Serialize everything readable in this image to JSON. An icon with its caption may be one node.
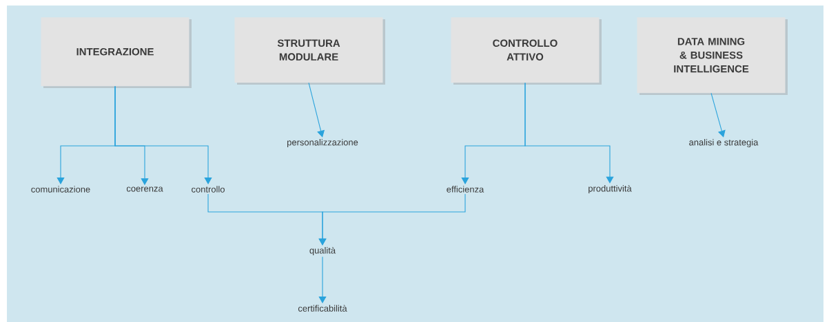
{
  "diagram": {
    "nodes": [
      {
        "text": [
          "INTEGRAZIONE"
        ]
      },
      {
        "text": [
          "STRUTTURA MODULARE"
        ]
      },
      {
        "text": [
          "CONTROLLO ATTIVO"
        ]
      },
      {
        "text": [
          "DATA MINING & BUSINESS INTELLIGENCE"
        ]
      },
      {
        "text": [
          "comunicazione"
        ]
      },
      {
        "text": [
          "coerenza"
        ]
      },
      {
        "text": [
          "controllo"
        ]
      },
      {
        "text": [
          "personalizzazione"
        ]
      },
      {
        "text": [
          "efficienza"
        ]
      },
      {
        "text": [
          "produttività"
        ]
      },
      {
        "text": [
          "analisi e strategia"
        ]
      },
      {
        "text": [
          "qualità"
        ]
      },
      {
        "text": [
          "certificabilità"
        ]
      }
    ],
    "edges": [
      {
        "from": 0,
        "to": 4,
        "arrow": "to"
      },
      {
        "from": 0,
        "to": 5,
        "arrow": "to"
      },
      {
        "from": 0,
        "to": 6,
        "arrow": "to"
      },
      {
        "from": 1,
        "to": 7,
        "arrow": "to"
      },
      {
        "from": 2,
        "to": 8,
        "arrow": "to"
      },
      {
        "from": 2,
        "to": 9,
        "arrow": "to"
      },
      {
        "from": 3,
        "to": 10,
        "arrow": "to"
      },
      {
        "from": 6,
        "to": 11,
        "arrow": "to"
      },
      {
        "from": 8,
        "to": 11,
        "arrow": "to"
      },
      {
        "from": 11,
        "to": 12,
        "arrow": "to"
      }
    ]
  }
}
